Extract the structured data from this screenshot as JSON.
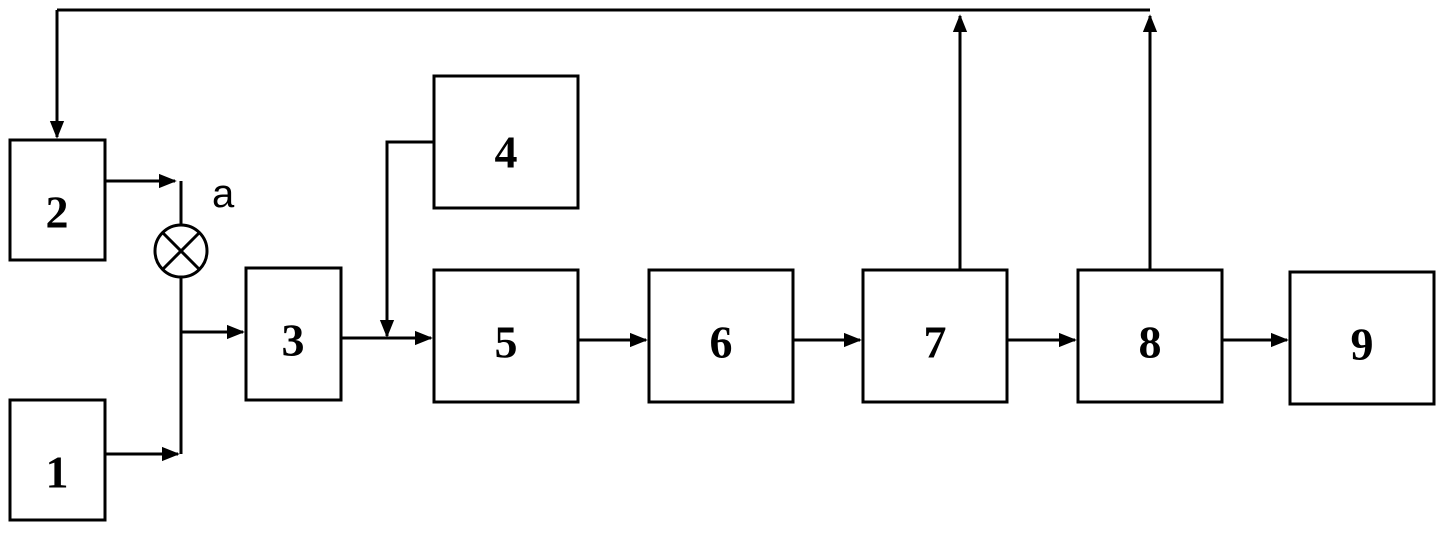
{
  "blocks": {
    "b1": "1",
    "b2": "2",
    "b3": "3",
    "b4": "4",
    "b5": "5",
    "b6": "6",
    "b7": "7",
    "b8": "8",
    "b9": "9"
  },
  "junction_label": "a",
  "colors": {
    "line": "#000000",
    "background": "#ffffff"
  }
}
